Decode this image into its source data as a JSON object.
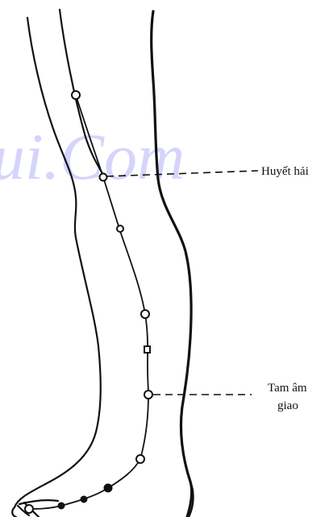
{
  "watermark": {
    "text": "ui.Com"
  },
  "labels": {
    "huyet_hai": "Huyết hải",
    "tam_am_giao_line1": "Tam âm",
    "tam_am_giao_line2": "giao"
  },
  "colors": {
    "ink": "#111111",
    "watermark": "#3a3af0",
    "background": "#ffffff"
  }
}
